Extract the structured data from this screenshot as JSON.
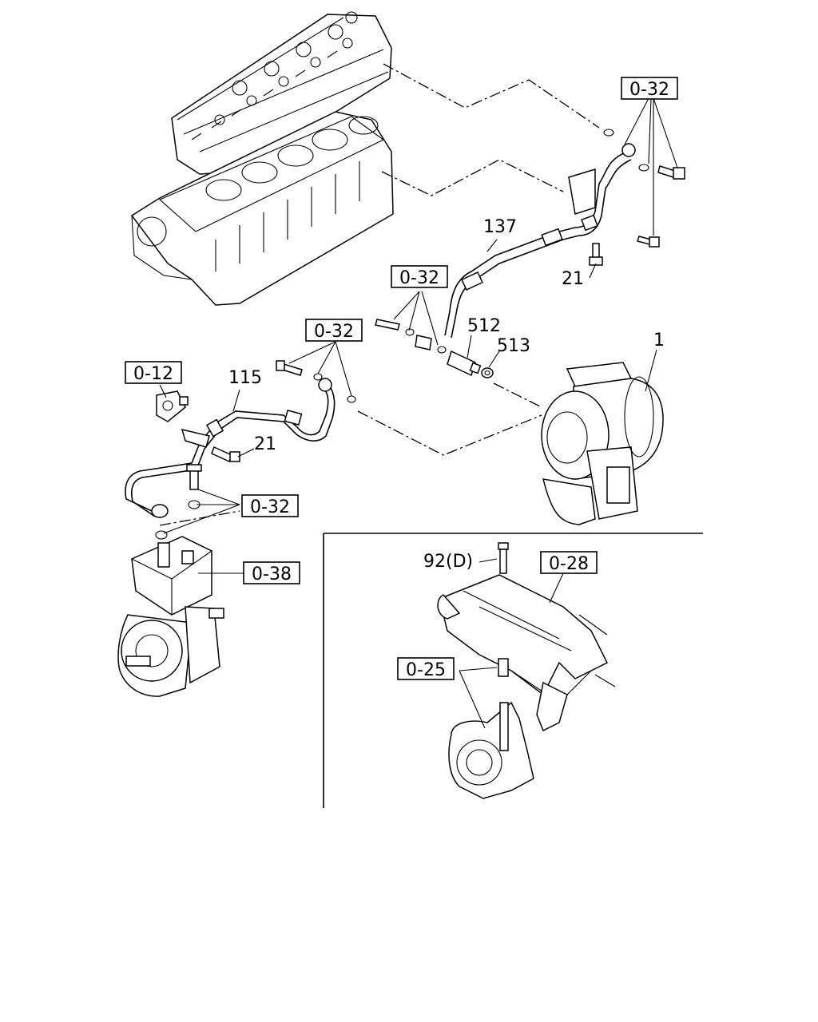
{
  "diagram": {
    "references": {
      "ref_top_right": "0-32",
      "ref_pipe_bolts": "0-32",
      "ref_feed_bolts": "0-32",
      "ref_sensor": "0-12",
      "ref_compressor_fittings": "0-32",
      "ref_compressor": "0-38",
      "ref_exhaust_manifold": "0-28",
      "ref_exhaust_elbow": "0-25"
    },
    "part_numbers": {
      "return_pipe": "137",
      "feed_pipe": "115",
      "bolt_upper": "21",
      "bolt_lower": "21",
      "connector": "512",
      "washer": "513",
      "turbocharger": "1",
      "stud_bolt": "92(D)"
    }
  }
}
